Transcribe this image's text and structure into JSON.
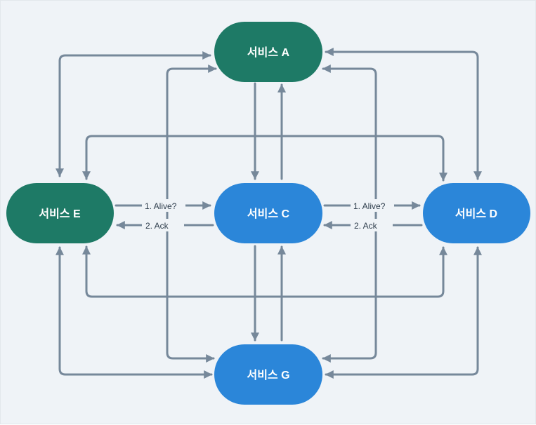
{
  "colors": {
    "background": "#eff3f7",
    "arrow": "#76889a",
    "node_green": "#1e7a66",
    "node_blue": "#2b86d9",
    "node_text": "#ffffff",
    "label_text": "#2e3d4c"
  },
  "nodes": {
    "a": {
      "label": "서비스 A",
      "color": "green"
    },
    "c": {
      "label": "서비스 C",
      "color": "blue"
    },
    "d": {
      "label": "서비스 D",
      "color": "blue"
    },
    "e": {
      "label": "서비스 E",
      "color": "green"
    },
    "g": {
      "label": "서비스 G",
      "color": "blue"
    }
  },
  "edge_labels": {
    "e_to_c_request": "1. Alive?",
    "c_to_e_response": "2. Ack",
    "c_to_d_request": "1. Alive?",
    "d_to_c_response": "2. Ack"
  }
}
